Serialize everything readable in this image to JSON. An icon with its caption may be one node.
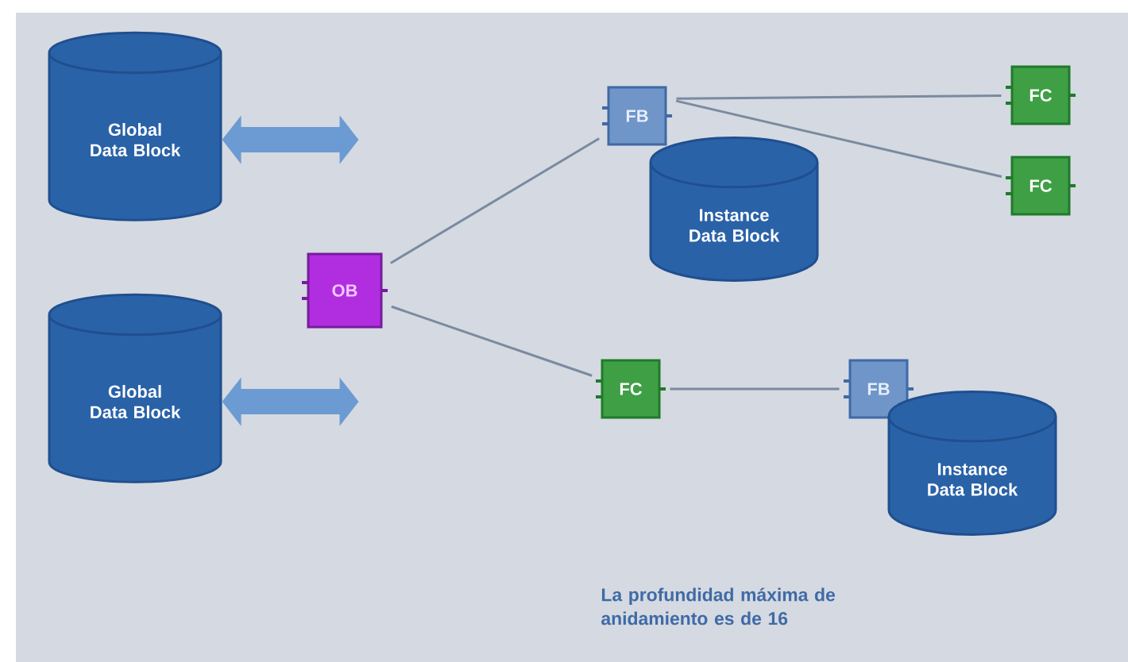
{
  "diagram": {
    "nodes": [
      {
        "text": [
          "Global Data Block"
        ]
      },
      {
        "text": [
          "Global Data Block"
        ]
      },
      {
        "text": [
          "OB"
        ]
      },
      {
        "text": [
          "FB"
        ]
      },
      {
        "text": [
          "Instance Data Block"
        ]
      },
      {
        "text": [
          "FC"
        ]
      },
      {
        "text": [
          "FC"
        ]
      },
      {
        "text": [
          "FC"
        ]
      },
      {
        "text": [
          "FB"
        ]
      },
      {
        "text": [
          "Instance Data Block"
        ]
      }
    ],
    "edges": [
      {
        "from": 0,
        "to": null,
        "arrow": "both",
        "style": "thick",
        "color": "#6b9bd2"
      },
      {
        "from": 1,
        "to": null,
        "arrow": "both",
        "style": "thick",
        "color": "#6b9bd2"
      },
      {
        "from": 2,
        "to": 3,
        "arrow": "none"
      },
      {
        "from": 2,
        "to": 7,
        "arrow": "none"
      },
      {
        "from": 3,
        "to": 5,
        "arrow": "none"
      },
      {
        "from": 3,
        "to": 6,
        "arrow": "none"
      },
      {
        "from": 7,
        "to": 8,
        "arrow": "none"
      }
    ],
    "labels": [
      "La profundidad máxima de anidamiento es de 16"
    ]
  }
}
